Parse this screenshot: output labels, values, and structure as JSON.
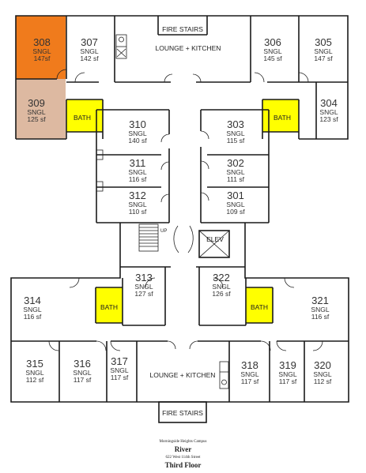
{
  "colors": {
    "selected": "#f07b1c",
    "adjacent": "#ddb9a1",
    "bath": "#ffff00",
    "wall": "#1a1a1a"
  },
  "labels": {
    "fire_stairs_top": "FIRE STAIRS",
    "fire_stairs_bottom": "FIRE STAIRS",
    "lounge_top": "LOUNGE + KITCHEN",
    "lounge_bottom": "LOUNGE + KITCHEN",
    "elevator": "ELEV",
    "up": "UP",
    "bath": "BATH"
  },
  "rooms": [
    {
      "id": "308",
      "num": "308",
      "type": "SNGL",
      "size": "147sf"
    },
    {
      "id": "307",
      "num": "307",
      "type": "SNGL",
      "size": "142 sf"
    },
    {
      "id": "306",
      "num": "306",
      "type": "SNGL",
      "size": "145 sf"
    },
    {
      "id": "305",
      "num": "305",
      "type": "SNGL",
      "size": "147 sf"
    },
    {
      "id": "309",
      "num": "309",
      "type": "SNGL",
      "size": "125 sf"
    },
    {
      "id": "304",
      "num": "304",
      "type": "SNGL",
      "size": "123 sf"
    },
    {
      "id": "310",
      "num": "310",
      "type": "SNGL",
      "size": "140 sf"
    },
    {
      "id": "303",
      "num": "303",
      "type": "SNGL",
      "size": "115 sf"
    },
    {
      "id": "311",
      "num": "311",
      "type": "SNGL",
      "size": "116 sf"
    },
    {
      "id": "302",
      "num": "302",
      "type": "SNGL",
      "size": "111 sf"
    },
    {
      "id": "312",
      "num": "312",
      "type": "SNGL",
      "size": "110 sf"
    },
    {
      "id": "301",
      "num": "301",
      "type": "SNGL",
      "size": "109 sf"
    },
    {
      "id": "313",
      "num": "313",
      "type": "SNGL",
      "size": "127 sf"
    },
    {
      "id": "322",
      "num": "322",
      "type": "SNGL",
      "size": "126 sf"
    },
    {
      "id": "314",
      "num": "314",
      "type": "SNGL",
      "size": "116 sf"
    },
    {
      "id": "321",
      "num": "321",
      "type": "SNGL",
      "size": "116 sf"
    },
    {
      "id": "315",
      "num": "315",
      "type": "SNGL",
      "size": "112 sf"
    },
    {
      "id": "316",
      "num": "316",
      "type": "SNGL",
      "size": "117 sf"
    },
    {
      "id": "317",
      "num": "317",
      "type": "SNGL",
      "size": "117 sf"
    },
    {
      "id": "318",
      "num": "318",
      "type": "SNGL",
      "size": "117 sf"
    },
    {
      "id": "319",
      "num": "319",
      "type": "SNGL",
      "size": "117 sf"
    },
    {
      "id": "320",
      "num": "320",
      "type": "SNGL",
      "size": "112 sf"
    }
  ],
  "caption": {
    "campus": "Morningside Heights Campus",
    "building": "River",
    "address": "622 West 114th Street",
    "floor": "Third Floor"
  }
}
